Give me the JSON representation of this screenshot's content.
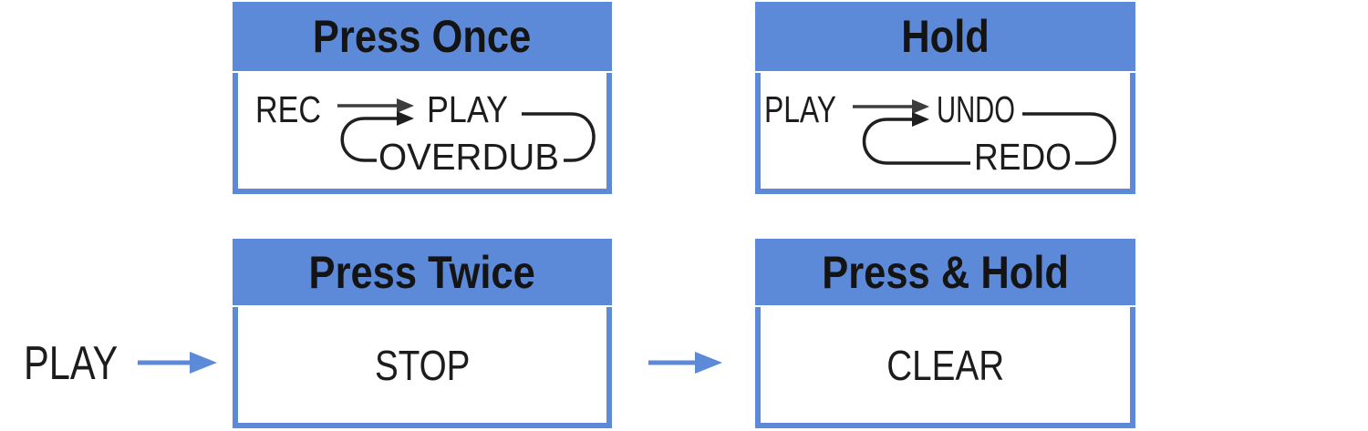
{
  "colors": {
    "box_blue": "#5C8AD8",
    "arrow_blue": "#5C8AD8",
    "arrow_dark": "#3d3d3d",
    "loop_black": "#1f1f1f",
    "text_black": "#1c1c1c"
  },
  "boxes": {
    "press_once": {
      "title": "Press Once",
      "from_state": "REC",
      "to_state": "PLAY",
      "alt_state": "OVERDUB"
    },
    "hold": {
      "title": "Hold",
      "from_state": "PLAY",
      "to_state": "UNDO",
      "alt_state": "REDO"
    },
    "press_twice": {
      "title": "Press Twice",
      "state": "STOP"
    },
    "press_and_hold": {
      "title": "Press & Hold",
      "state": "CLEAR"
    }
  },
  "flow": {
    "origin_state": "PLAY"
  }
}
